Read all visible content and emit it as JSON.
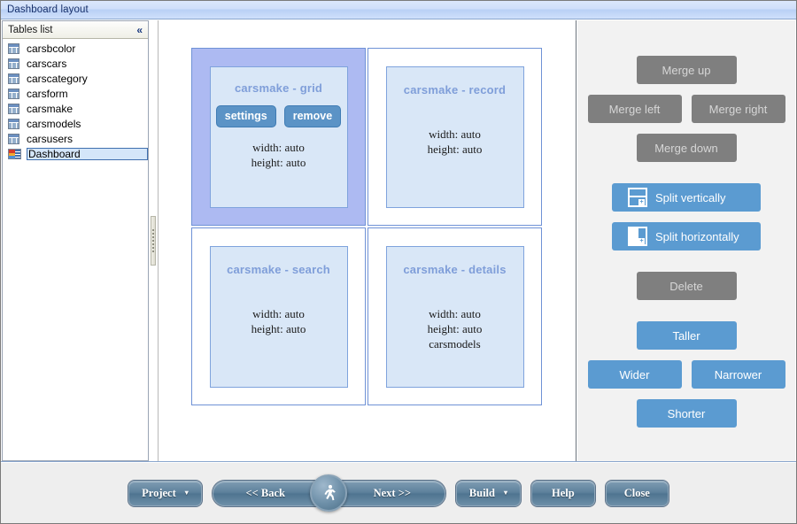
{
  "window": {
    "title": "Dashboard layout"
  },
  "sidebar": {
    "header_label": "Tables list",
    "collapse_icon": "double-chevron-left-icon",
    "collapse_glyph": "«",
    "items": [
      {
        "label": "carsbcolor",
        "icon": "table-icon",
        "selected": false
      },
      {
        "label": "carscars",
        "icon": "table-icon",
        "selected": false
      },
      {
        "label": "carscategory",
        "icon": "table-icon",
        "selected": false
      },
      {
        "label": "carsform",
        "icon": "table-icon",
        "selected": false
      },
      {
        "label": "carsmake",
        "icon": "table-icon",
        "selected": false
      },
      {
        "label": "carsmodels",
        "icon": "table-icon",
        "selected": false
      },
      {
        "label": "carsusers",
        "icon": "table-icon",
        "selected": false
      },
      {
        "label": "Dashboard",
        "icon": "dashboard-icon",
        "selected": true
      }
    ]
  },
  "splitter": {
    "name": "sidebar-splitter"
  },
  "layout_grid": {
    "rows": 2,
    "columns": 2,
    "cells": [
      {
        "title": "carsmake - grid",
        "selected": true,
        "buttons": [
          "settings",
          "remove"
        ],
        "properties": [
          "width: auto",
          "height: auto"
        ]
      },
      {
        "title": "carsmake - record",
        "selected": false,
        "buttons": [],
        "properties": [
          "width: auto",
          "height: auto"
        ]
      },
      {
        "title": "carsmake - search",
        "selected": false,
        "buttons": [],
        "properties": [
          "width: auto",
          "height: auto"
        ]
      },
      {
        "title": "carsmake - details",
        "selected": false,
        "buttons": [],
        "properties": [
          "width: auto",
          "height: auto",
          "carsmodels"
        ]
      }
    ]
  },
  "toolpanel": {
    "merge_up": {
      "label": "Merge up",
      "enabled": false
    },
    "merge_left": {
      "label": "Merge left",
      "enabled": false
    },
    "merge_right": {
      "label": "Merge right",
      "enabled": false
    },
    "merge_down": {
      "label": "Merge down",
      "enabled": false
    },
    "split_vertically": {
      "label": "Split vertically",
      "enabled": true,
      "icon": "split-vertical-icon"
    },
    "split_horizontally": {
      "label": "Split horizontally",
      "enabled": true,
      "icon": "split-horizontal-icon"
    },
    "delete": {
      "label": "Delete",
      "enabled": false
    },
    "taller": {
      "label": "Taller",
      "enabled": true
    },
    "wider": {
      "label": "Wider",
      "enabled": true
    },
    "narrower": {
      "label": "Narrower",
      "enabled": true
    },
    "shorter": {
      "label": "Shorter",
      "enabled": true
    }
  },
  "footer": {
    "project": {
      "label": "Project",
      "caret": "▾"
    },
    "back": {
      "label": "<< Back"
    },
    "run": {
      "icon": "running-man-icon"
    },
    "next": {
      "label": "Next >>"
    },
    "build": {
      "label": "Build",
      "caret": "▾"
    },
    "help": {
      "label": "Help"
    },
    "close": {
      "label": "Close"
    }
  },
  "colors": {
    "titlebar_text": "#17306b",
    "accent_blue": "#5b9bd1",
    "disabled_gray": "#7f7f7f",
    "cell_selected": "#adbaf2",
    "widget_bg": "#d9e7f7",
    "widget_border": "#7fa3dd",
    "widget_title": "#7f9ed9",
    "panel_bg": "#f2f2f2",
    "footer_bg": "#eeeeee"
  }
}
